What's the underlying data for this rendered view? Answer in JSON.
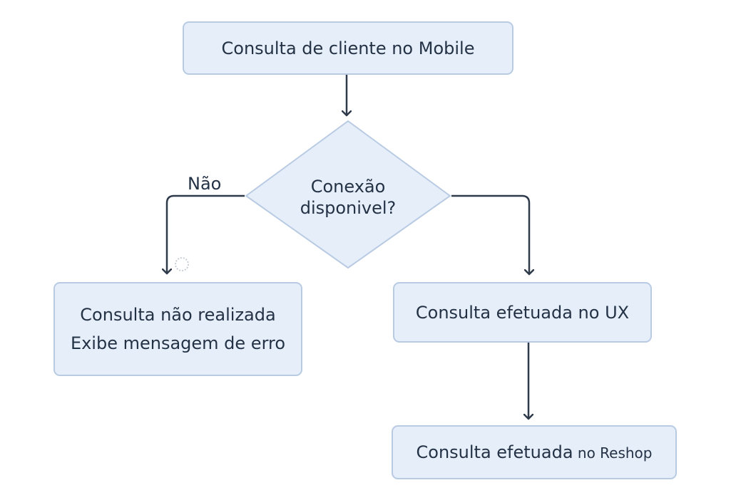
{
  "diagram": {
    "start": "Consulta de cliente no Mobile",
    "decision": {
      "line1": "Conexão",
      "line2": "disponivel?"
    },
    "no_label": "Não",
    "fail": {
      "line1": "Consulta não realizada",
      "line2": "Exibe mensagem de erro"
    },
    "ux": "Consulta efetuada no UX",
    "reshop": {
      "main": "Consulta efetuada",
      "suffix": " no Reshop"
    }
  },
  "colors": {
    "node_fill": "#e6eef9",
    "node_border": "#b9cbe3",
    "arrow": "#2f3b4b",
    "text": "#243246"
  }
}
